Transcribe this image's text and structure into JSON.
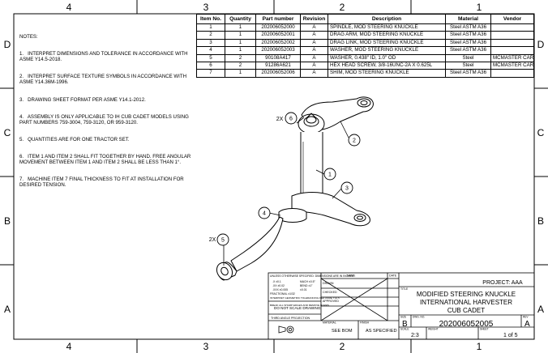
{
  "zones": {
    "top": [
      "4",
      "3",
      "2",
      "1"
    ],
    "bottom": [
      "4",
      "3",
      "2",
      "1"
    ],
    "left": [
      "D",
      "C",
      "B",
      "A"
    ],
    "right": [
      "D",
      "C",
      "B",
      "A"
    ]
  },
  "notes": [
    "NOTES:",
    "1.   INTERPRET DIMENSIONS AND TOLERANCE IN ACCORDANCE WITH ASME Y14.5-2018.",
    "2.   INTERPRET SURFACE TEXTURE SYMBOLS IN ACCORDANCE WITH ASME Y14.36M-1996.",
    "3.   DRAWING SHEET FORMAT PER ASME Y14.1-2012.",
    "4.   ASSEMBLY IS ONLY APPLICABLE TO IH CUB CADET MODELS USING PART NUMBERS 759-3004, 759-3120, OR 959-3120.",
    "5.   QUANTITIES ARE FOR ONE TRACTOR SET.",
    "6.   ITEM 1 AND ITEM 2 SHALL FIT TOGETHER BY HAND. FREE ANGULAR MOVEMENT BETWEEN ITEM 1 AND ITEM 2 SHALL BE LESS THAN 1°.",
    "7.   MACHINE ITEM 7 FINAL THICKNESS TO FIT AT INSTALLATION FOR DESIRED TENSION."
  ],
  "bom": {
    "headers": [
      "Item No.",
      "Quantity",
      "Part number",
      "Revision",
      "Description",
      "Material",
      "Vendor"
    ],
    "rows": [
      [
        "1",
        "1",
        "202006052000",
        "A",
        "SPINDLE, MOD STEERING KNUCKLE",
        "Steel ASTM A36",
        ""
      ],
      [
        "2",
        "1",
        "202006052001",
        "A",
        "DRAG ARM, MOD STEERING KNUCKLE",
        "Steel ASTM A36",
        ""
      ],
      [
        "3",
        "1",
        "202006052002",
        "A",
        "DRAG LINK, MOD STEERING KNUCKLE",
        "Steel ASTM A36",
        ""
      ],
      [
        "4",
        "1",
        "202006052003",
        "A",
        "WASHER, MOD STEERING KNUCKLE",
        "Steel ASTM A36",
        ""
      ],
      [
        "5",
        "2",
        "90108A417",
        "A",
        "WASHER, 0.438\" ID, 1.0\" OD",
        "Steel",
        "MCMASTER CARR"
      ],
      [
        "6",
        "2",
        "91286A621",
        "A",
        "HEX HEAD SCREW, 3/8-16UNC-2A X 0.625L",
        "Steel",
        "MCMASTER CARR"
      ],
      [
        "7",
        "1",
        "202006052006",
        "A",
        "SHIM, MOD STEERING KNUCKLE",
        "Steel ASTM A36",
        ""
      ]
    ]
  },
  "balloons": {
    "b6": "6",
    "b6_qty": "2X",
    "b2": "2",
    "b1": "1",
    "b3": "3",
    "b4": "4",
    "b5": "5",
    "b5_qty": "2X"
  },
  "title_block": {
    "project": "PROJECT: AAA",
    "title_line1": "MODIFIED STEERING KNUCKLE",
    "title_line2": "INTERNATIONAL HARVESTER",
    "title_line3": "CUB CADET",
    "size": "B",
    "dwg_no": "202006052005",
    "rev": "A",
    "scale": "2:3",
    "sheet": "1 of 5",
    "material": "SEE BOM",
    "finish": "AS SPECIFIED",
    "do_not_scale": "DO NOT SCALE DRAWING",
    "third_angle": "THIRD ANGLE PROJECTION",
    "lbl_name": "NAME",
    "lbl_date": "DATE",
    "lbl_drawn": "DRAWN",
    "lbl_checked": "CHECKED",
    "lbl_approved": "APPROVED",
    "lbl_title": "TITLE",
    "lbl_size": "SIZE",
    "lbl_dwg": "DWG. NO.",
    "lbl_rev": "REV",
    "lbl_scale": "SCALE",
    "lbl_weight": "WEIGHT",
    "lbl_sheet": "SHEET",
    "lbl_material": "MATERIAL",
    "lbl_finish": "FINISH",
    "tol_header": "UNLESS OTHERWISE SPECIFIED: DIMENSIONS ARE IN INCHES",
    "tol_angular": "ANGULAR: MACH ±0.5°",
    "tol_lines": [
      ".X ±0.1",
      ".XX ±0.02",
      ".XXX ±0.005"
    ],
    "tol_lines_r": [
      "MACH ±0.5°",
      "BEND ±1°",
      "±0.01"
    ],
    "tol_frac": "FRACTIONAL ±1/32",
    "interp": "INTERPRET GEOMETRIC TOLERANCING PER ASME Y14.5",
    "break": "BREAK ALL SHARP EDGES AND REMOVE BURRS"
  }
}
